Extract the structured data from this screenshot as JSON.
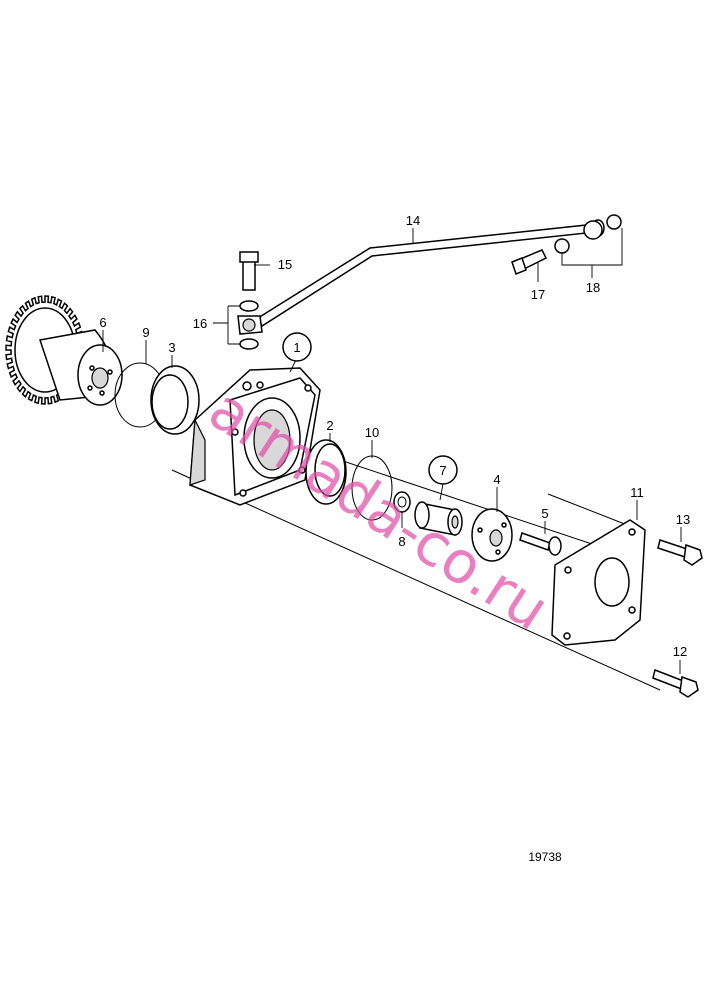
{
  "figure_number": "19738",
  "watermark": "armada-co.ru",
  "callouts": [
    {
      "id": "c1",
      "text": "1"
    },
    {
      "id": "c2",
      "text": "2"
    },
    {
      "id": "c3",
      "text": "3"
    },
    {
      "id": "c4",
      "text": "4"
    },
    {
      "id": "c5",
      "text": "5"
    },
    {
      "id": "c6",
      "text": "6"
    },
    {
      "id": "c7",
      "text": "7"
    },
    {
      "id": "c8",
      "text": "8"
    },
    {
      "id": "c9",
      "text": "9"
    },
    {
      "id": "c10",
      "text": "10"
    },
    {
      "id": "c11",
      "text": "11"
    },
    {
      "id": "c12",
      "text": "12"
    },
    {
      "id": "c13",
      "text": "13"
    },
    {
      "id": "c14",
      "text": "14"
    },
    {
      "id": "c15",
      "text": "15"
    },
    {
      "id": "c16",
      "text": "16"
    },
    {
      "id": "c17",
      "text": "17"
    },
    {
      "id": "c18",
      "text": "18"
    }
  ],
  "colors": {
    "line": "#000000",
    "watermark": "#e14ea8",
    "background": "#ffffff"
  }
}
